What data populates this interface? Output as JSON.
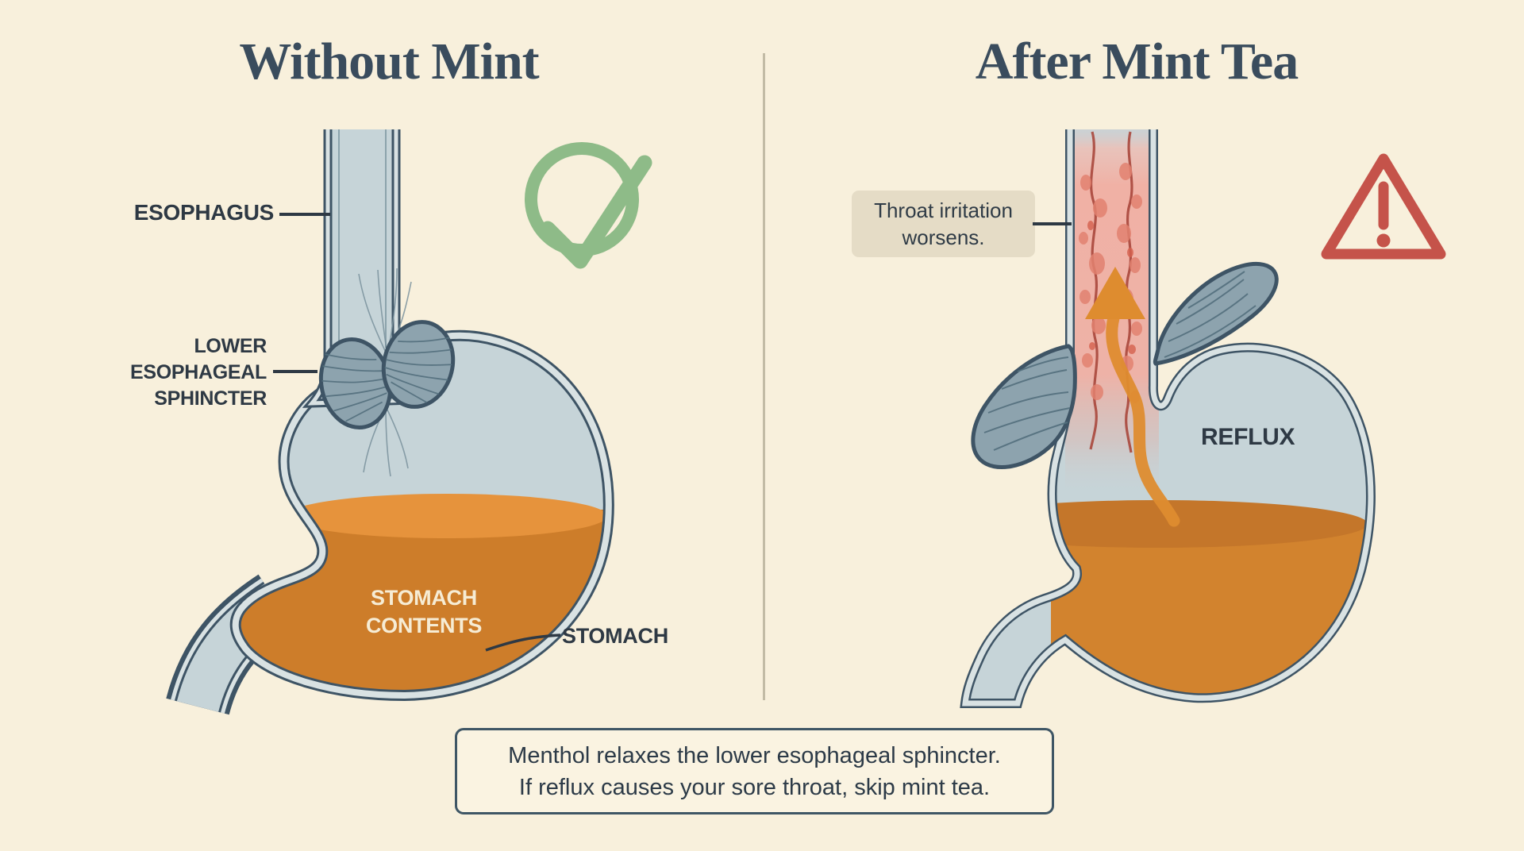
{
  "page": {
    "background_color": "#f8f0dc",
    "divider_color": "#b9b19b"
  },
  "left_panel": {
    "title": "Without Mint",
    "status_icon": "check-circle-icon",
    "status_color": "#8ebb88",
    "labels": {
      "esophagus": "ESOPHAGUS",
      "lower_esophageal_sphincter": "LOWER ESOPHAGEAL SPHINCTER",
      "stomach_contents": "STOMACH CONTENTS",
      "stomach": "STOMACH"
    }
  },
  "right_panel": {
    "title": "After Mint Tea",
    "status_icon": "warning-triangle-icon",
    "status_color": "#c5534a",
    "callout": "Throat irritation worsens.",
    "labels": {
      "reflux": "REFLUX"
    }
  },
  "caption": {
    "line1": "Menthol relaxes the lower esophageal sphincter.",
    "line2": "If reflux causes your sore throat, skip mint tea."
  },
  "palette": {
    "outline": "#3e5465",
    "organ_fill": "#c6d4d8",
    "organ_wall": "#d9e2e3",
    "muscle_fill": "#8da3ae",
    "stomach_contents_orange": "#cd7d2a",
    "contents_surface_left": "#e6933c",
    "contents_surface_right": "#c4762a",
    "irritation_pink": "#f0b1a5",
    "irritation_spots": "#e28270",
    "reflux_arrow_orange": "#de8c2f",
    "title_text": "#3a4c5d",
    "label_text": "#2e3944",
    "callout_bg": "#e5dcc6",
    "caption_bg": "#faf3e1"
  }
}
